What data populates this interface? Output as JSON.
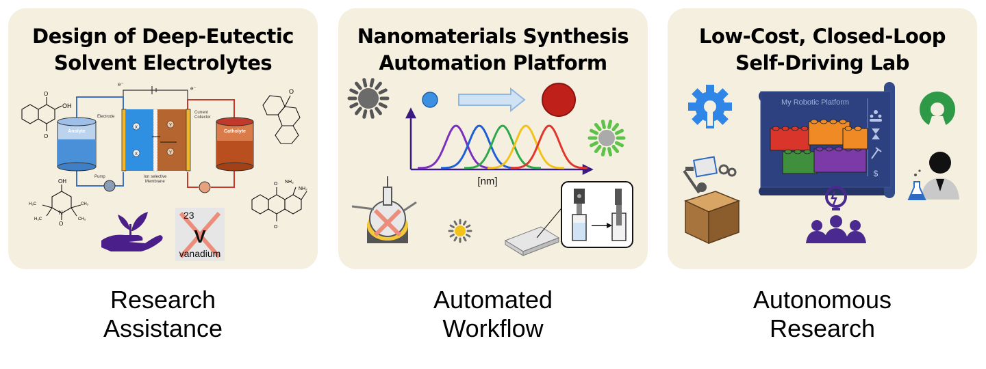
{
  "panels": [
    {
      "title_lines": [
        "Design of Deep-Eutectic",
        "Solvent Electrolytes"
      ],
      "caption_lines": [
        "Research",
        "Assistance"
      ],
      "diagram_labels": {
        "anolyte": "Anolyte",
        "catholyte": "Catholyte",
        "electrode": "Electrode",
        "current_collector_1": "Current",
        "current_collector_2": "Collector",
        "pump": "Pump",
        "membrane_1": "Ion selective",
        "membrane_2": "Membrane",
        "ion_x": "X",
        "ion_y": "Y",
        "electron_left": "e⁻",
        "electron_right": "e⁻",
        "oh_group": "OH",
        "oxygen": "O",
        "nitrogen": "N",
        "nh2": "NH₂",
        "ch3": "CH₃",
        "h3c": "H₃C"
      },
      "element_tile": {
        "number": "23",
        "symbol": "V",
        "name": "vanadium"
      }
    },
    {
      "title_lines": [
        "Nanomaterials Synthesis",
        "Automation Platform"
      ],
      "caption_lines": [
        "Automated",
        "Workflow"
      ],
      "spectrum_axis_label": "[nm]",
      "spectrum_colors": [
        "#7b2fbe",
        "#1f5fd6",
        "#2da84a",
        "#f2c21b",
        "#e2352b"
      ]
    },
    {
      "title_lines": [
        "Low-Cost, Closed-Loop",
        "Self-Driving Lab"
      ],
      "caption_lines": [
        "Autonomous",
        "Research"
      ],
      "scroll_title": "My Robotic Platform",
      "scroll_icons": [
        "team-icon",
        "hourglass-icon",
        "hammer-icon",
        "dollar-icon"
      ],
      "scroll_dollar": "$",
      "brick_colors": [
        "#d9352b",
        "#f08a24",
        "#3f8f3c",
        "#7b3aa8"
      ]
    }
  ]
}
